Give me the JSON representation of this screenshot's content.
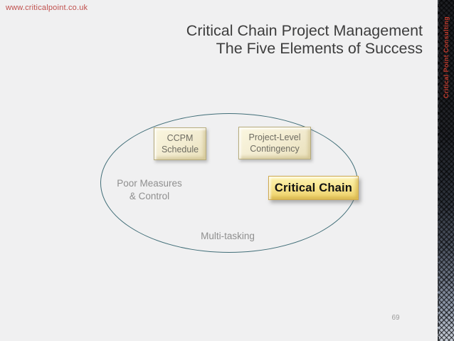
{
  "slide": {
    "url": "www.criticalpoint.co.uk",
    "title_line1": "Critical Chain Project Management",
    "title_line2": "The Five Elements of Success",
    "page_number": "69",
    "colors": {
      "background": "#f0f0f1",
      "accent_red": "#c0504d",
      "title_text": "#3d3d3d",
      "muted_text": "#8f8f8f",
      "ellipse_stroke": "#416e78",
      "box_fill": "#f2ebd0",
      "box_border": "#b5aa7a",
      "highlight_fill": "#f8e58f",
      "highlight_border": "#cfa94c",
      "strip_brand_red": "#c2392b"
    }
  },
  "diagram": {
    "box_ccpm": {
      "line1": "CCPM",
      "line2": "Schedule"
    },
    "box_contingency": {
      "line1": "Project-Level",
      "line2": "Contingency"
    },
    "box_critical_chain": {
      "label": "Critical Chain"
    },
    "label_poor_measures": {
      "line1": "Poor Measures",
      "line2": "& Control"
    },
    "label_multitasking": {
      "label": "Multi-tasking"
    }
  },
  "sidebar": {
    "brand_text": "Critical Point Consulting"
  }
}
